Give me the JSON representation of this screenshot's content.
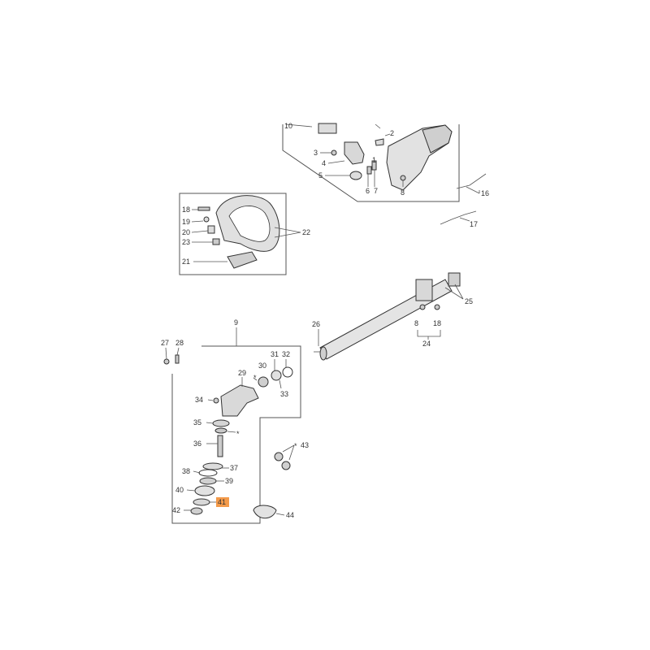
{
  "diagram": {
    "labels": {
      "p1": "1",
      "p2": "2",
      "p3": "3",
      "p4": "4",
      "p5": "5",
      "p6": "6",
      "p7": "7",
      "p8a": "8",
      "p8b": "8",
      "p9": "9",
      "p10": "10",
      "p16": "16",
      "p17": "17",
      "p18a": "18",
      "p18b": "18",
      "p19": "19",
      "p20": "20",
      "p21": "21",
      "p22": "22",
      "p23": "23",
      "p24": "24",
      "p25": "25",
      "p26": "26",
      "p27": "27",
      "p28": "28",
      "p29": "29",
      "p30": "30",
      "p31": "31",
      "p32": "32",
      "p33": "33",
      "p34": "34",
      "p35": "35",
      "p36": "36",
      "p37": "37",
      "p38": "38",
      "p39": "39",
      "p40": "40",
      "p41": "41",
      "p42": "42",
      "p43": "43",
      "p44": "44",
      "star": "*"
    },
    "highlight_color": "#f39a4a"
  }
}
